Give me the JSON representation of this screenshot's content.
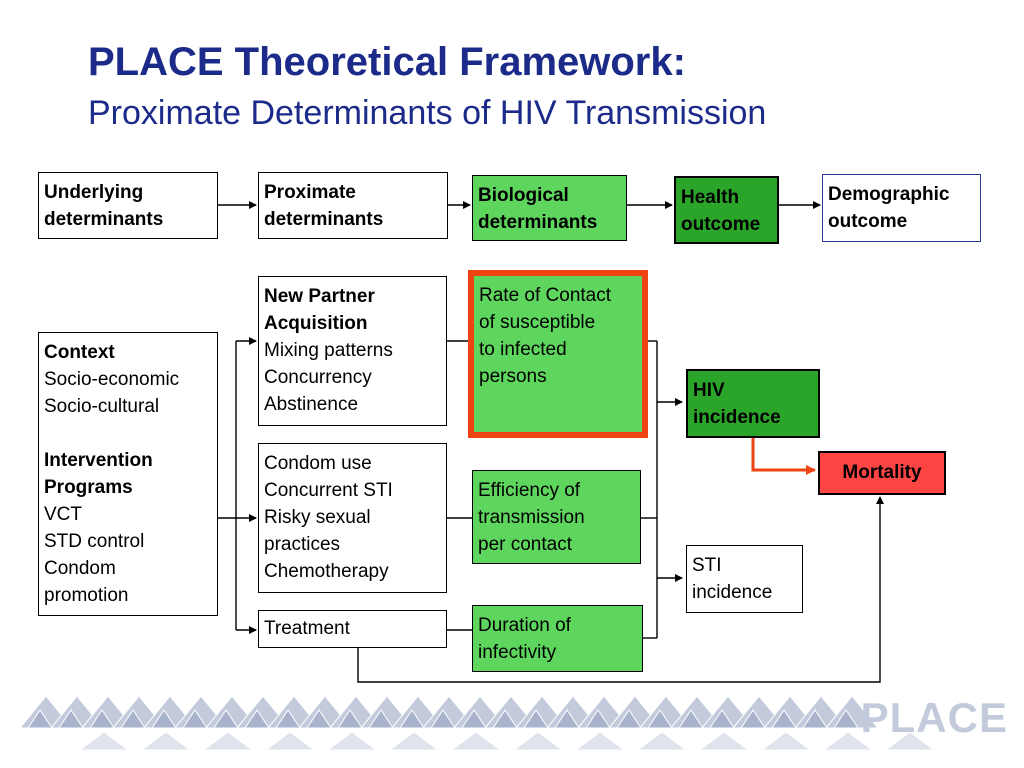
{
  "slide": {
    "title": "PLACE Theoretical Framework:",
    "subtitle": "Proximate Determinants of HIV Transmission"
  },
  "header_row": {
    "underlying": [
      "Underlying",
      "determinants"
    ],
    "proximate": [
      "Proximate",
      "determinants"
    ],
    "biological": [
      "Biological",
      "determinants"
    ],
    "health": [
      "Health",
      "outcome"
    ],
    "demographic": [
      "Demographic",
      "outcome"
    ]
  },
  "context_box": {
    "context_heading": "Context",
    "context_items": [
      "Socio-economic",
      "Socio-cultural"
    ],
    "programs_heading": [
      "Intervention",
      "Programs"
    ],
    "programs_items": [
      "VCT",
      "STD control",
      "Condom",
      "promotion"
    ]
  },
  "proximate_boxes": {
    "partner_heading": [
      "New Partner",
      "Acquisition"
    ],
    "partner_items": [
      "Mixing patterns",
      "Concurrency",
      "Abstinence"
    ],
    "condom_items": [
      "Condom use",
      "Concurrent STI",
      "Risky sexual",
      "practices",
      "Chemotherapy"
    ],
    "treatment": "Treatment"
  },
  "biological_boxes": {
    "rate_contact": [
      "Rate of Contact",
      "of  susceptible",
      "to infected",
      "persons"
    ],
    "efficiency": [
      "Efficiency of",
      "transmission",
      "per contact"
    ],
    "duration": [
      "Duration of",
      "infectivity"
    ]
  },
  "outcomes": {
    "hiv_incidence": [
      "HIV",
      "incidence"
    ],
    "mortality": "Mortality",
    "sti_incidence": [
      "STI",
      "incidence"
    ]
  },
  "footer": {
    "logo_text": "PLACE"
  },
  "colors": {
    "title": "#1c2a8a",
    "biological_fill": "#5ed65e",
    "dark_green": "#2aa52a",
    "mortality_fill": "#ff4444",
    "highlight_border": "#ee4411",
    "footer_pattern": "#c3cadc"
  }
}
